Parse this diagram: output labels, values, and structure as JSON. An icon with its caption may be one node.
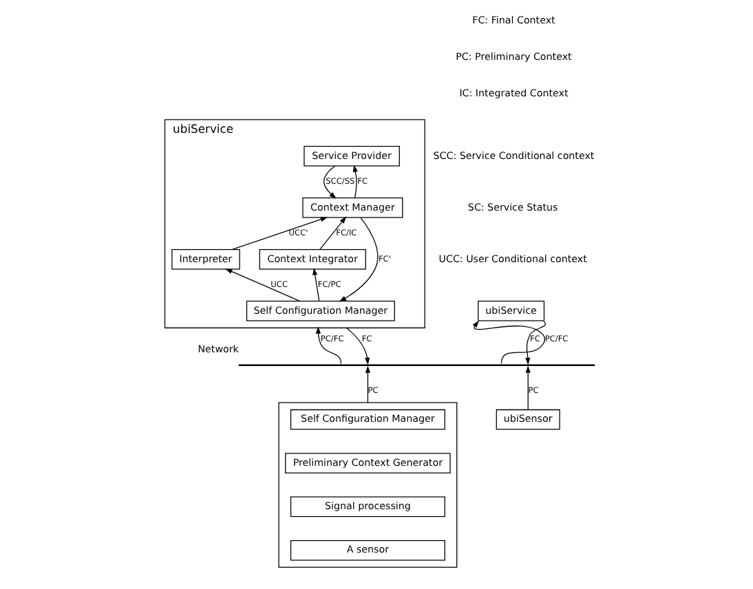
{
  "diagram": {
    "nodes": [
      {
        "text": [
          "ubiService"
        ]
      },
      {
        "text": [
          "Service Provider"
        ],
        "in": 0
      },
      {
        "text": [
          "Interpreter"
        ],
        "in": 0
      },
      {
        "text": [
          "Context Manager"
        ],
        "in": 0
      },
      {
        "text": [
          "Context Integrator"
        ],
        "in": 0
      },
      {
        "text": [
          "Self Configuration Manager"
        ],
        "in": 0
      },
      {
        "text": [
          "ubiService"
        ]
      },
      {
        "text": [],
        "shape": "bar",
        "beside": [
          "Network"
        ]
      },
      {
        "text": [],
        "shape": "box"
      },
      {
        "text": [
          "Self Configuration Manager"
        ],
        "in": 8
      },
      {
        "text": [
          "Preliminary Context Generator"
        ],
        "in": 8
      },
      {
        "text": [
          "Signal processing"
        ],
        "in": 8
      },
      {
        "text": [
          "A sensor"
        ],
        "in": 8
      },
      {
        "text": [
          "ubiSensor"
        ]
      }
    ],
    "edges": [
      {
        "from": 1,
        "to": 3,
        "arrow": "to",
        "label": "SCC/SS"
      },
      {
        "from": 3,
        "to": 1,
        "arrow": "to",
        "label": "FC"
      },
      {
        "from": 2,
        "to": 3,
        "arrow": "to",
        "label": "UCC'"
      },
      {
        "from": 4,
        "to": 3,
        "arrow": "to",
        "label": "FC/IC"
      },
      {
        "from": 5,
        "to": 4,
        "arrow": "to",
        "label": "FC/PC"
      },
      {
        "from": 5,
        "to": 2,
        "arrow": "to",
        "label": "UCC"
      },
      {
        "from": 3,
        "to": 5,
        "arrow": "to",
        "label": "FC'"
      },
      {
        "from": 7,
        "to": 0,
        "arrow": "to",
        "label": "PC/FC"
      },
      {
        "from": 0,
        "to": 7,
        "arrow": "to",
        "label": "FC"
      },
      {
        "from": 7,
        "to": 6,
        "arrow": "to",
        "label": "PC/FC"
      },
      {
        "from": 6,
        "to": 7,
        "arrow": "to",
        "label": "FC"
      },
      {
        "from": 8,
        "to": 7,
        "arrow": "to",
        "label": "PC"
      },
      {
        "from": 13,
        "to": 7,
        "arrow": "to",
        "label": "PC"
      }
    ],
    "labels": [
      "FC: Final Context",
      "PC: Preliminary Context",
      "IC: Integrated Context",
      "SCC: Service Conditional context",
      "SC: Service Status",
      "UCC: User Conditional context"
    ]
  }
}
